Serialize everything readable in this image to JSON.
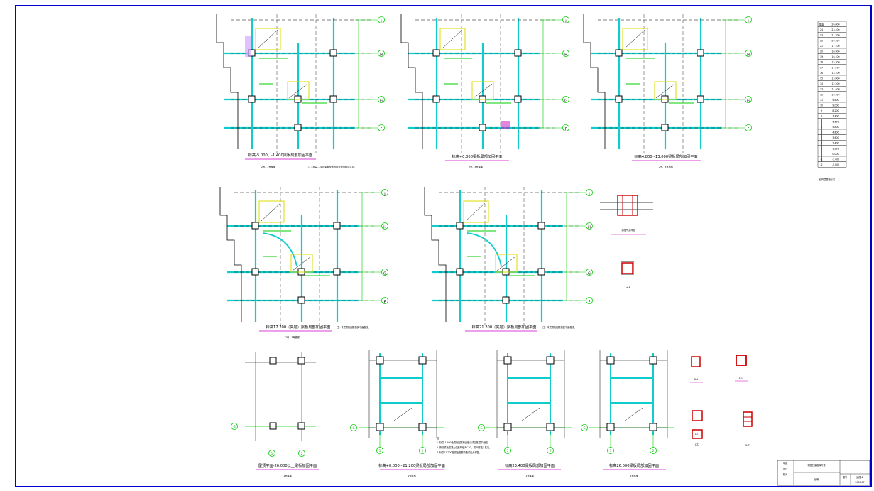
{
  "plans": [
    {
      "title": "标高-5.000、-1.400梁板局部加固平面",
      "subtitle": "2号、3号楼梯",
      "note": "注：标高-1.400梁板配筋的相关构造做法详见。",
      "axes": [
        "J",
        "H",
        "G",
        "F"
      ]
    },
    {
      "title": "标高+0.000梁板局部加固平面",
      "subtitle": "2号、3号楼梯",
      "note": "",
      "axes": [
        "J",
        "H",
        "G",
        "F"
      ]
    },
    {
      "title": "标高4.800~13.000梁板局部加固平面",
      "subtitle": "2号、3号楼梯",
      "note": "",
      "axes": [
        "J",
        "H",
        "G",
        "F"
      ]
    },
    {
      "title": "标高17.700（夹层）梁板局部加固平面",
      "subtitle": "2号、3号楼梯",
      "note": "注：本层梁板配筋按其平面做法。",
      "axes": [
        "J",
        "H",
        "G",
        "F"
      ]
    },
    {
      "title": "标高21.200（夹层）梁板局部加固平面",
      "subtitle": "",
      "note": "注：本层梁板配筋按其平面做法。",
      "axes": [
        "J",
        "H",
        "G",
        "F"
      ]
    },
    {
      "title": "屋顶平面-26.000以上梁板加固平面",
      "subtitle": "1号楼梯",
      "note": "",
      "axes": [
        "G",
        "1",
        "2"
      ]
    },
    {
      "title": "标高+0.000~21.200梁板局部加固平面",
      "subtitle": "1号楼梯",
      "note": "",
      "axes": [
        "G",
        "1",
        "2"
      ]
    },
    {
      "title": "标高23.400梁板局部加固平面",
      "subtitle": "1号楼梯",
      "note": "",
      "axes": [
        "G",
        "1",
        "2"
      ]
    },
    {
      "title": "标高26.000梁板局部加固平面",
      "subtitle": "1号楼梯",
      "note": "",
      "axes": [
        "G",
        "1",
        "2"
      ]
    }
  ],
  "details": [
    {
      "label": "梁柱节点详图"
    },
    {
      "label": "CZ1"
    },
    {
      "label": "GL1"
    },
    {
      "label": "LZ1"
    },
    {
      "label": "CZ1"
    },
    {
      "label": "CZ2"
    },
    {
      "label": "YAZ1"
    }
  ],
  "notes": {
    "marker": "注：",
    "lines": [
      "1. 标高-1.400处梁板配筋构造做法详见各层平面图。",
      "2. 新增梁板混凝土强度等级为C30，梁纵筋锚入柱内。",
      "3. 标高21.200处梁板配筋构造详见大样图。"
    ]
  },
  "level_table": {
    "rows": [
      [
        "屋面",
        "26.000"
      ],
      [
        "24",
        "23.400"
      ],
      [
        "23",
        "21.200"
      ],
      [
        "22",
        "20.300"
      ],
      [
        "21",
        "17.700"
      ],
      [
        "20",
        "16.900"
      ],
      [
        "19",
        "16.100"
      ],
      [
        "18",
        "15.300"
      ],
      [
        "17",
        "14.500"
      ],
      [
        "16",
        "13.700"
      ],
      [
        "15",
        "13.000"
      ],
      [
        "14",
        "12.200"
      ],
      [
        "13",
        "11.400"
      ],
      [
        "12",
        "10.600"
      ],
      [
        "11",
        "9.800"
      ],
      [
        "10",
        "9.000"
      ],
      [
        "9",
        "8.200"
      ],
      [
        "8",
        "7.400"
      ],
      [
        "7",
        "6.600"
      ],
      [
        "6",
        "5.800"
      ],
      [
        "5",
        "4.800"
      ],
      [
        "4",
        "3.600"
      ],
      [
        "3",
        "2.400"
      ],
      [
        "2",
        "1.200"
      ],
      [
        "1",
        "0.000"
      ],
      [
        "-1",
        "-1.400"
      ],
      [
        "-2",
        "-5.000"
      ]
    ],
    "caption": "结构层楼面标高"
  },
  "title_block": {
    "project": "中国石油勘探开发",
    "drawing": "图号",
    "sheet": "结施-2",
    "date": "2006.07",
    "stamp": "审定",
    "designer": "设计",
    "checker": "校对",
    "scale": "比例"
  }
}
